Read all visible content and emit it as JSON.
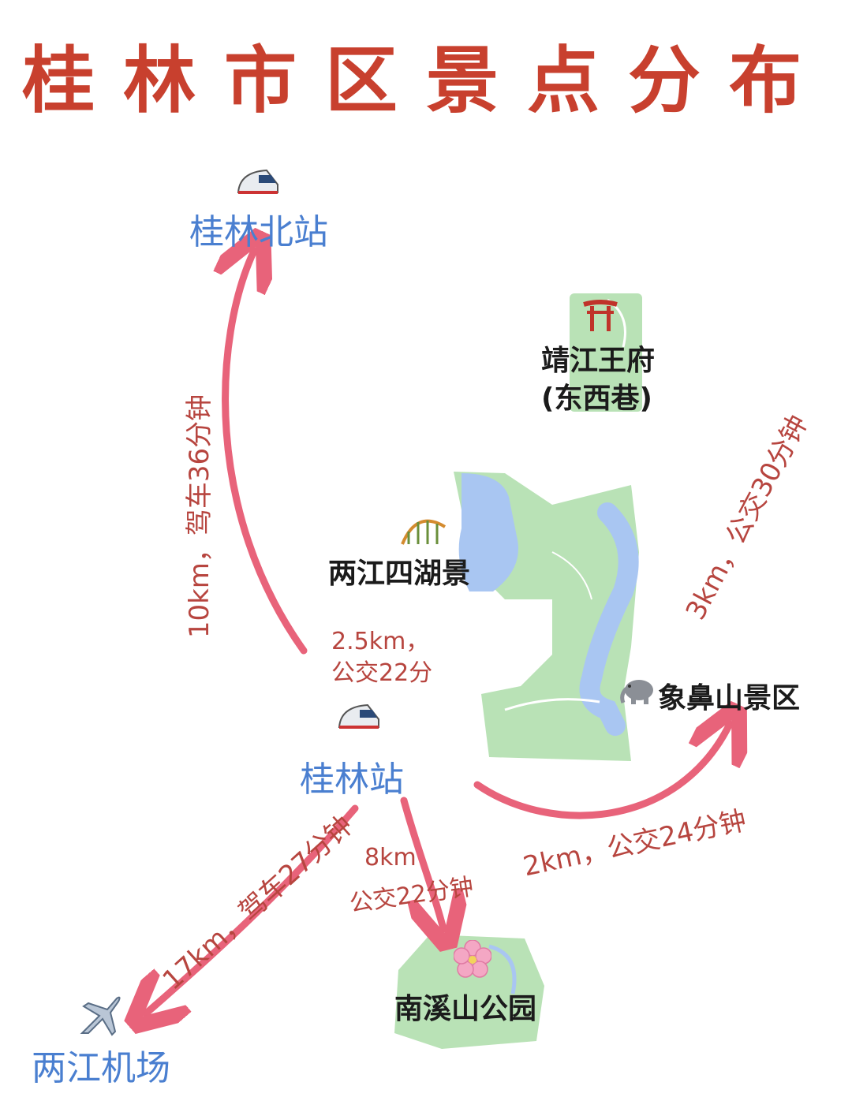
{
  "title": "桂林市区景点分布",
  "stations": {
    "north": "桂林北站",
    "main": "桂林站",
    "airport": "两江机场"
  },
  "attractions": {
    "jingjiang_line1": "靖江王府",
    "jingjiang_line2": "(东西巷)",
    "sihu": "两江四湖景",
    "xiangbi": "象鼻山景区",
    "nanxi": "南溪山公园"
  },
  "routes": {
    "to_north": "10km，驾车36分钟",
    "to_sihu_line1": "2.5km，",
    "to_sihu_line2": "公交22分",
    "to_jingjiang": "3km，公交30分钟",
    "to_xiangbi": "2km，公交24分钟",
    "to_nanxi_line1": "8km",
    "to_nanxi_line2": "公交22分钟",
    "to_airport": "17km，驾车27分钟"
  },
  "colors": {
    "title": "#c8402e",
    "route_arrow": "#e8637a",
    "station_text": "#4a7fd0",
    "route_text": "#b7453f",
    "park_green": "#b9e2b6",
    "water_blue": "#a9c6f2"
  },
  "icons": [
    "train-icon",
    "torii-gate-icon",
    "roller-coaster-icon",
    "elephant-icon",
    "cherry-blossom-icon",
    "airplane-icon"
  ]
}
